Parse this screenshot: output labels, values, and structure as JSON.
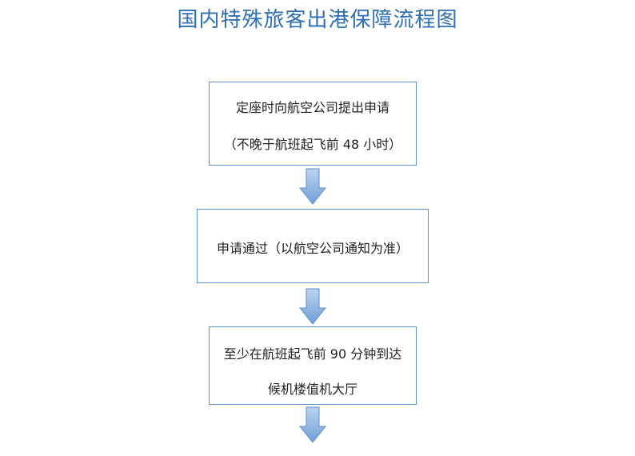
{
  "title": "国内特殊旅客出港保障流程图",
  "steps": [
    {
      "line1": "定座时向航空公司提出申请",
      "line2": "（不晚于航班起飞前 48 小时）"
    },
    {
      "line1": "申请通过（以航空公司通知为准）"
    },
    {
      "line1": "至少在航班起飞前 90 分钟到达",
      "line2": "候机楼值机大厅"
    }
  ],
  "colors": {
    "title": "#2f6fb6",
    "box_border": "#5b8fc9",
    "arrow_fill_top": "#bcd3ee",
    "arrow_fill_bottom": "#6f9fd8",
    "arrow_stroke": "#5b8fc9"
  }
}
